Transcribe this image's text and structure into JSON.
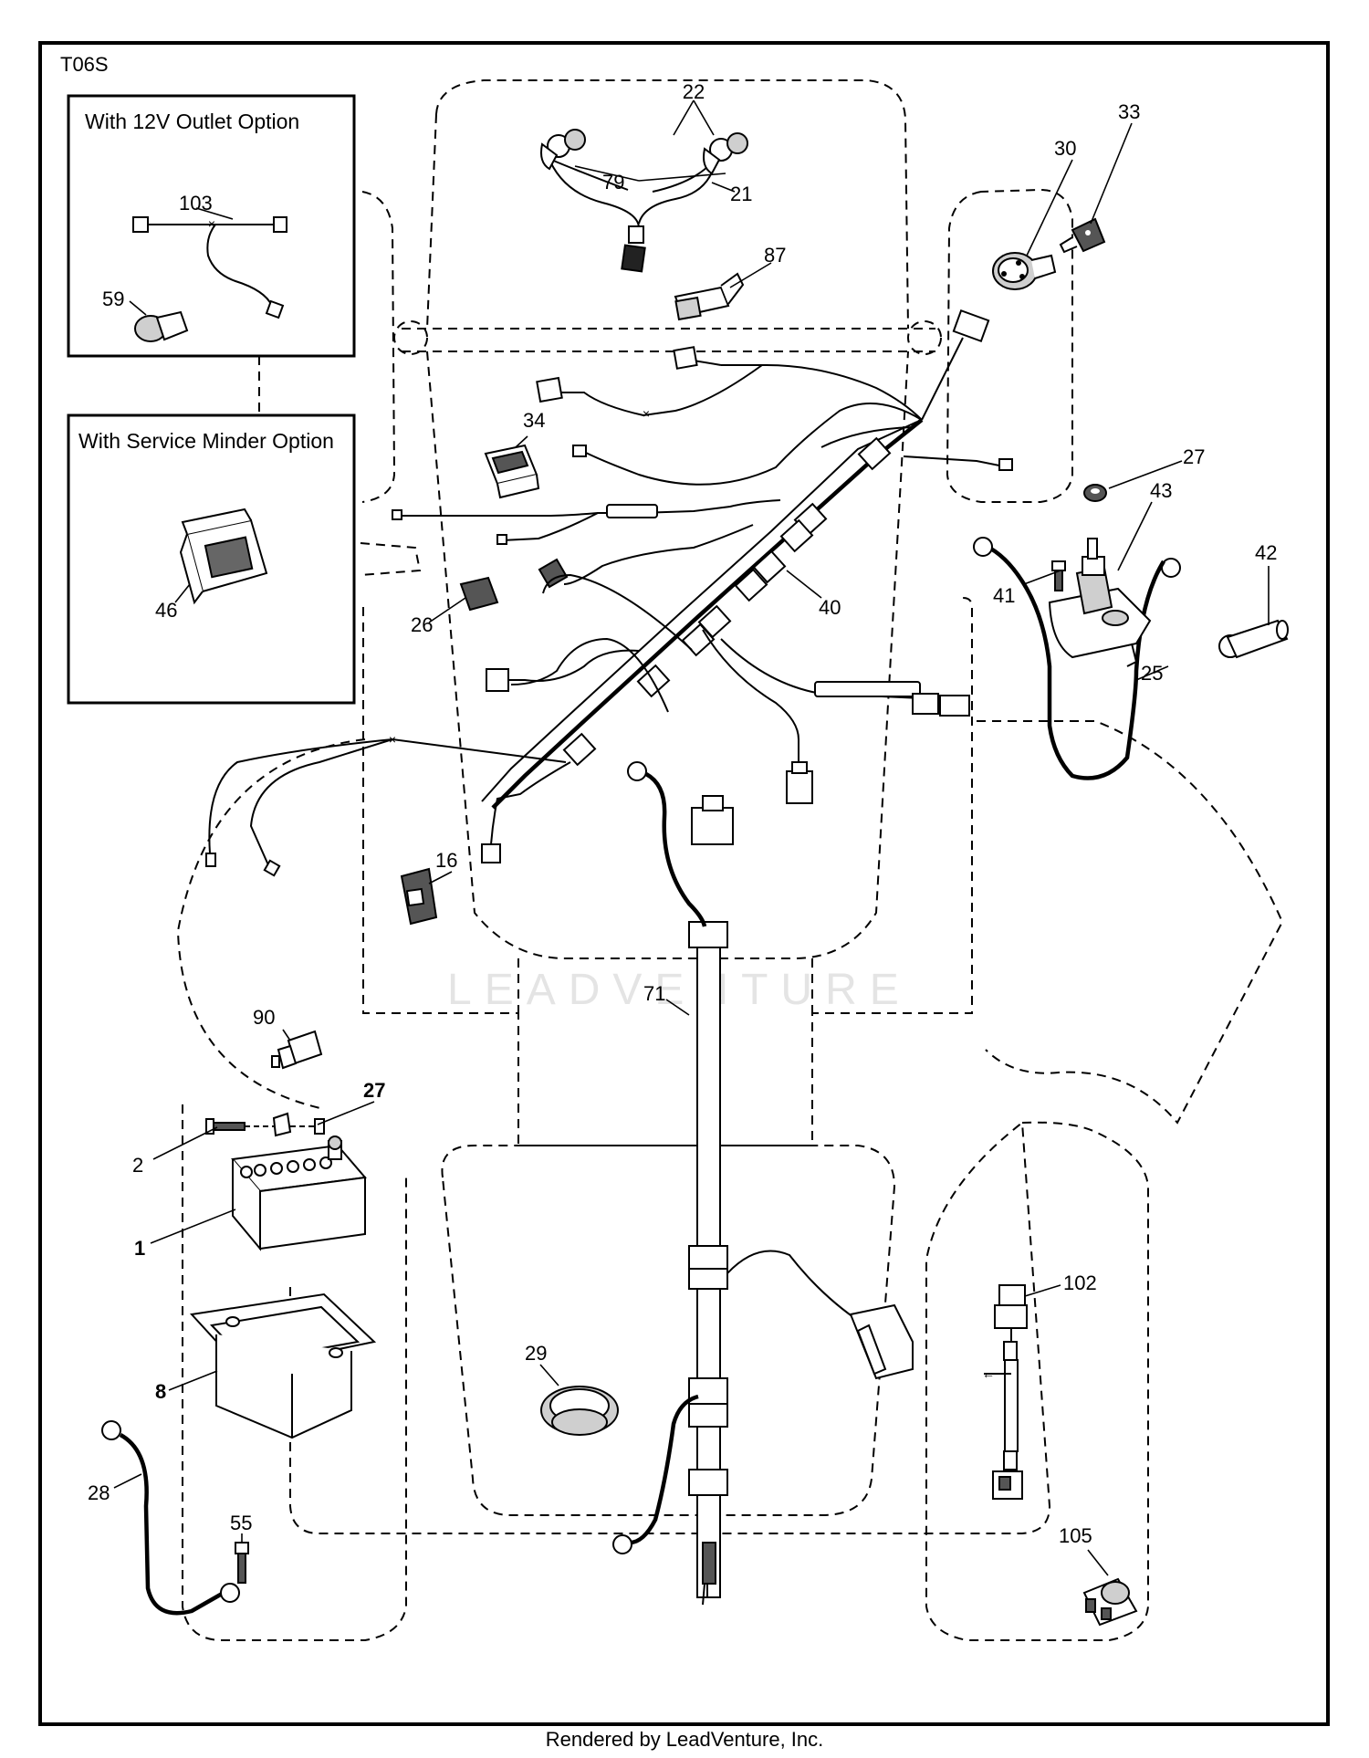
{
  "diagram_code": "T06S",
  "insets": {
    "outlet": {
      "title": "With 12V Outlet Option"
    },
    "service_minder": {
      "title": "With Service Minder Option"
    }
  },
  "watermark": "LEADVENTURE",
  "footer": "Rendered by LeadVenture, Inc.",
  "callouts": {
    "c1": "1",
    "c2": "2",
    "c8": "8",
    "c16": "16",
    "c21": "21",
    "c22": "22",
    "c25": "25",
    "c26": "26",
    "c27a": "27",
    "c27b": "27",
    "c28": "28",
    "c29": "29",
    "c30": "30",
    "c33": "33",
    "c34": "34",
    "c40": "40",
    "c41": "41",
    "c42": "42",
    "c43": "43",
    "c46": "46",
    "c55": "55",
    "c59": "59",
    "c71": "71",
    "c79": "79",
    "c87": "87",
    "c90": "90",
    "c102": "102",
    "c103": "103",
    "c105": "105"
  }
}
